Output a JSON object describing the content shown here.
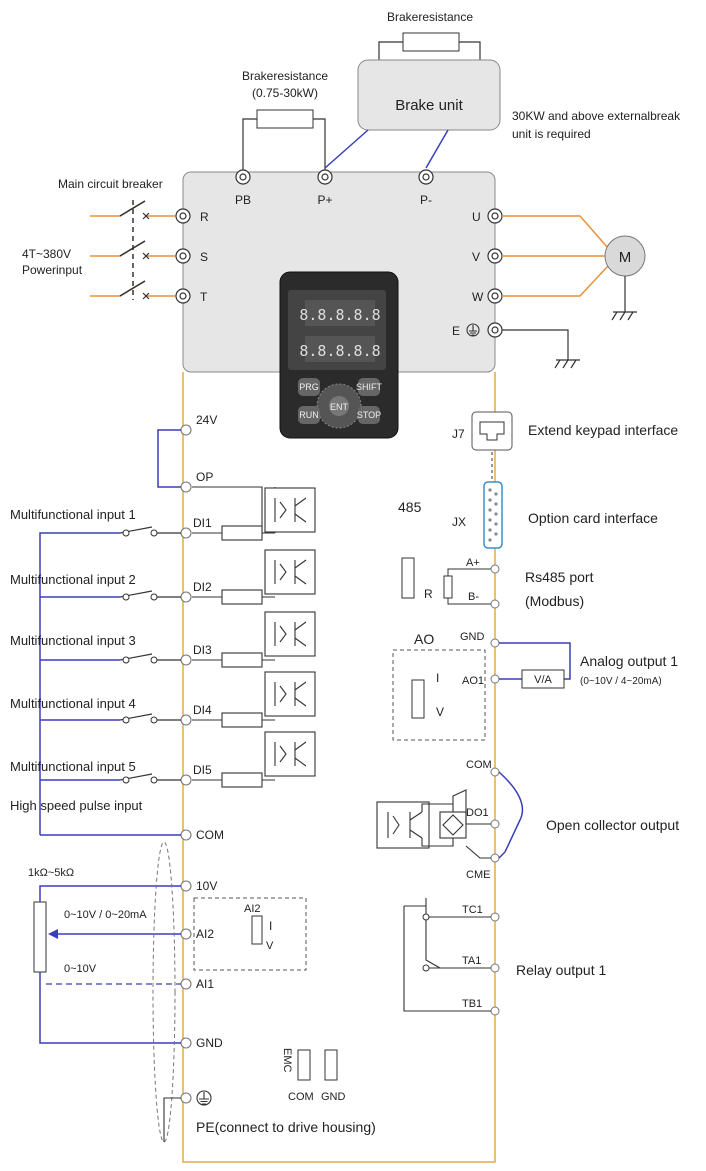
{
  "brake": {
    "resistor_top_label": "Brakeresistance",
    "resistor_left_label": "Brakeresistance",
    "resistor_left_range": "(0.75-30kW)",
    "unit_label": "Brake unit",
    "external_note_line1": "30KW and above externalbreak",
    "external_note_line2": "unit is required"
  },
  "power": {
    "breaker_label": "Main circuit breaker",
    "input_label_line1": "4T~380V",
    "input_label_line2": "Powerinput",
    "terminals_in": [
      "R",
      "S",
      "T"
    ],
    "terminals_out": [
      "U",
      "V",
      "W"
    ],
    "earth_terminal": "E",
    "motor_label": "M",
    "top_terminals": [
      "PB",
      "P+",
      "P-"
    ]
  },
  "keypad": {
    "display_value": "8.8.8.8.8",
    "buttons": [
      "PRG",
      "ENT",
      "RUN",
      "STOP",
      "SHIFT"
    ]
  },
  "control_left": {
    "terminals": [
      "24V",
      "OP",
      "DI1",
      "DI2",
      "DI3",
      "DI4",
      "DI5",
      "COM",
      "10V",
      "AI2",
      "AI1",
      "GND"
    ],
    "inputs": [
      "Multifunctional input 1",
      "Multifunctional input 2",
      "Multifunctional input 3",
      "Multifunctional input 4",
      "Multifunctional input 5"
    ],
    "high_speed_label": "High speed pulse input",
    "pot_label": "1kΩ~5kΩ",
    "ai2_range": "0~10V / 0~20mA",
    "ai1_range": "0~10V",
    "ai2_switch_title": "AI2",
    "ai2_switch_i": "I",
    "ai2_switch_v": "V",
    "emc_label": "EMC",
    "emc_com": "COM",
    "emc_gnd": "GND",
    "pe_label": "PE(connect to drive housing)"
  },
  "control_right": {
    "j7": "J7",
    "keypad_interface": "Extend keypad interface",
    "jx": "JX",
    "option_card": "Option card interface",
    "rs485_switch": "485",
    "rs485_r": "R",
    "a_plus": "A+",
    "b_minus": "B-",
    "rs485_port": "Rs485 port",
    "modbus": "(Modbus)",
    "ao_title": "AO",
    "ao_i": "I",
    "ao_v": "V",
    "gnd": "GND",
    "ao1": "AO1",
    "va": "V/A",
    "analog_output": "Analog output 1",
    "analog_range": "(0~10V / 4~20mA)",
    "com": "COM",
    "do1": "DO1",
    "cme": "CME",
    "open_collector": "Open collector output",
    "tc1": "TC1",
    "ta1": "TA1",
    "tb1": "TB1",
    "relay_output": "Relay output 1"
  },
  "colors": {
    "power_wire": "#e8903a",
    "signal_wire": "#3a3fb8",
    "housing_fill": "#e6e6e6",
    "housing_border": "#e8a94a",
    "keypad": "#2b2b2b"
  }
}
